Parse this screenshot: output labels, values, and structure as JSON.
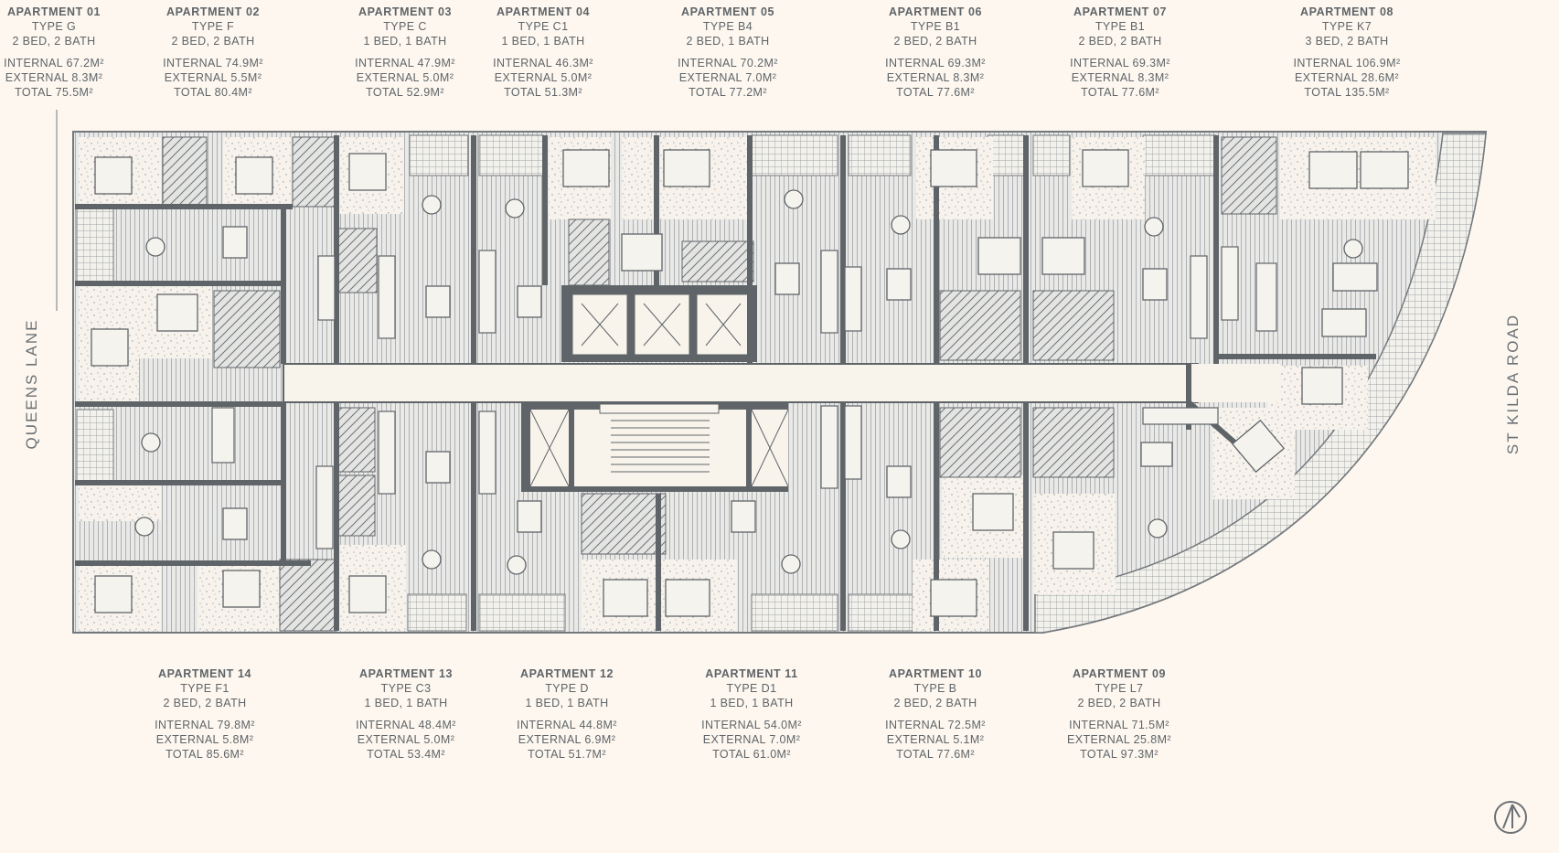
{
  "streets": {
    "left": "QUEENS LANE",
    "right": "ST KILDA ROAD"
  },
  "apartments_top": [
    {
      "name": "APARTMENT 01",
      "type": "TYPE G",
      "beds": "2 BED, 2 BATH",
      "internal": "INTERNAL 67.2M²",
      "external": "EXTERNAL 8.3M²",
      "total": "TOTAL 75.5M²"
    },
    {
      "name": "APARTMENT 02",
      "type": "TYPE F",
      "beds": "2 BED, 2 BATH",
      "internal": "INTERNAL 74.9M²",
      "external": "EXTERNAL 5.5M²",
      "total": "TOTAL 80.4M²"
    },
    {
      "name": "APARTMENT 03",
      "type": "TYPE C",
      "beds": "1 BED, 1 BATH",
      "internal": "INTERNAL 47.9M²",
      "external": "EXTERNAL 5.0M²",
      "total": "TOTAL 52.9M²"
    },
    {
      "name": "APARTMENT 04",
      "type": "TYPE C1",
      "beds": "1 BED, 1 BATH",
      "internal": "INTERNAL 46.3M²",
      "external": "EXTERNAL 5.0M²",
      "total": "TOTAL 51.3M²"
    },
    {
      "name": "APARTMENT 05",
      "type": "TYPE B4",
      "beds": "2 BED, 1 BATH",
      "internal": "INTERNAL 70.2M²",
      "external": "EXTERNAL 7.0M²",
      "total": "TOTAL 77.2M²"
    },
    {
      "name": "APARTMENT 06",
      "type": "TYPE B1",
      "beds": "2 BED, 2 BATH",
      "internal": "INTERNAL 69.3M²",
      "external": "EXTERNAL 8.3M²",
      "total": "TOTAL 77.6M²"
    },
    {
      "name": "APARTMENT 07",
      "type": "TYPE B1",
      "beds": "2 BED, 2 BATH",
      "internal": "INTERNAL 69.3M²",
      "external": "EXTERNAL 8.3M²",
      "total": "TOTAL 77.6M²"
    },
    {
      "name": "APARTMENT 08",
      "type": "TYPE K7",
      "beds": "3 BED, 2 BATH",
      "internal": "INTERNAL 106.9M²",
      "external": "EXTERNAL 28.6M²",
      "total": "TOTAL 135.5M²"
    }
  ],
  "apartments_bottom": [
    {
      "name": "APARTMENT 14",
      "type": "TYPE F1",
      "beds": "2 BED, 2 BATH",
      "internal": "INTERNAL 79.8M²",
      "external": "EXTERNAL 5.8M²",
      "total": "TOTAL 85.6M²"
    },
    {
      "name": "APARTMENT 13",
      "type": "TYPE C3",
      "beds": "1 BED, 1 BATH",
      "internal": "INTERNAL 48.4M²",
      "external": "EXTERNAL 5.0M²",
      "total": "TOTAL 53.4M²"
    },
    {
      "name": "APARTMENT 12",
      "type": "TYPE D",
      "beds": "1 BED, 1 BATH",
      "internal": "INTERNAL 44.8M²",
      "external": "EXTERNAL 6.9M²",
      "total": "TOTAL 51.7M²"
    },
    {
      "name": "APARTMENT 11",
      "type": "TYPE D1",
      "beds": "1 BED, 1 BATH",
      "internal": "INTERNAL 54.0M²",
      "external": "EXTERNAL 7.0M²",
      "total": "TOTAL 61.0M²"
    },
    {
      "name": "APARTMENT 10",
      "type": "TYPE B",
      "beds": "2 BED, 2 BATH",
      "internal": "INTERNAL 72.5M²",
      "external": "EXTERNAL 5.1M²",
      "total": "TOTAL 77.6M²"
    },
    {
      "name": "APARTMENT 09",
      "type": "TYPE L7",
      "beds": "2 BED, 2 BATH",
      "internal": "INTERNAL 71.5M²",
      "external": "EXTERNAL 25.8M²",
      "total": "TOTAL 97.3M²"
    }
  ],
  "compass": {
    "icon": "north-arrow-icon"
  },
  "colors": {
    "background": "#fdf7ef",
    "wall": "#5f6468",
    "floor": "#ececea",
    "paving": "#f4f1ec",
    "text": "#5f6468"
  }
}
